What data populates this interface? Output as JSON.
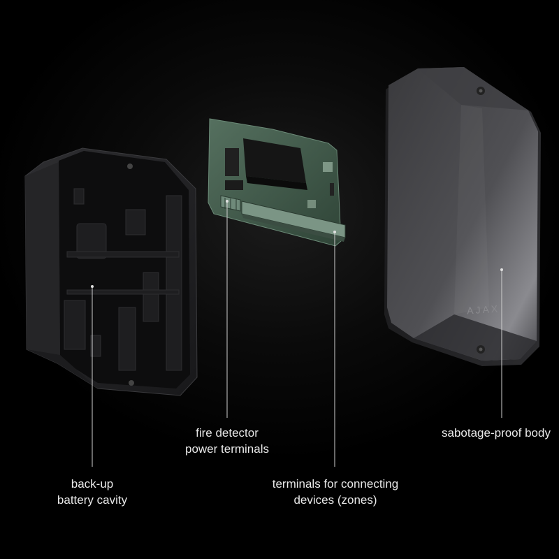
{
  "labels": {
    "battery": {
      "line1": "back-up",
      "line2": "battery cavity"
    },
    "fire": {
      "line1": "fire detector",
      "line2": "power terminals"
    },
    "terminals": {
      "line1": "terminals for connecting",
      "line2": "devices (zones)"
    },
    "body": {
      "line1": "sabotage-proof body"
    }
  },
  "brand": {
    "logo_text": "AJAX"
  },
  "colors": {
    "background": "#000000",
    "housing": "#2a2a2c",
    "pcb": "#3f5a4a",
    "text": "#e9e9e9"
  }
}
